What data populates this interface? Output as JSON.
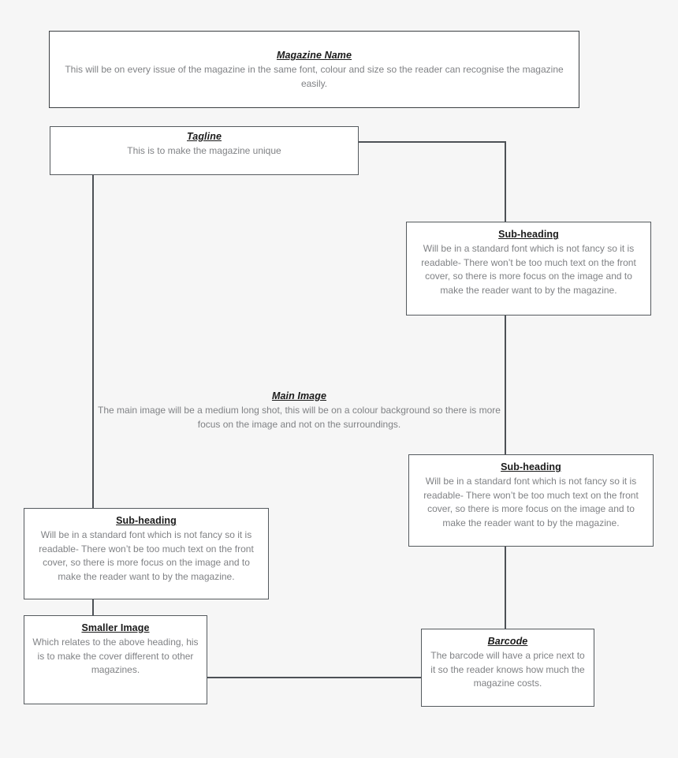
{
  "page": {
    "background_color": "#f6f6f6",
    "box_fill": "#ffffff",
    "line_color": "#4d5156",
    "title_color": "#1a1a1a",
    "body_color": "#808285"
  },
  "boxes": {
    "magazine_name": {
      "title": "Magazine Name",
      "body": "This will be on every issue of the magazine in the same font, colour and size so the reader can recognise the magazine easily."
    },
    "tagline": {
      "title": "Tagline",
      "body": "This is to make the magazine unique"
    },
    "subheading_top_right": {
      "title": "Sub-heading",
      "body": "Will be in a standard font which is not fancy so it is readable- There won’t be too much text on the front cover, so there is more focus on the image and to make the reader want to by the magazine."
    },
    "main_image": {
      "title": "Main Image",
      "body": "The main image will be a medium long shot, this will be on a colour background so there is more focus on the image and not on the surroundings."
    },
    "subheading_mid_right": {
      "title": "Sub-heading",
      "body": "Will be in a standard font which is not fancy so it is readable- There won’t be too much text on the front cover, so there is more focus on the image and to make the reader want to by the magazine."
    },
    "subheading_bottom_left": {
      "title": "Sub-heading",
      "body": "Will be in a standard font which is not fancy so it is readable- There won’t be too much text on the front cover, so there is more focus on the image and to make the reader want to by the magazine."
    },
    "smaller_image": {
      "title": "Smaller Image",
      "body": "Which relates to the above heading, his is to make the cover different to other magazines."
    },
    "barcode": {
      "title": "Barcode",
      "body": "The barcode will have a price next to it so the reader knows how much the magazine costs."
    }
  }
}
